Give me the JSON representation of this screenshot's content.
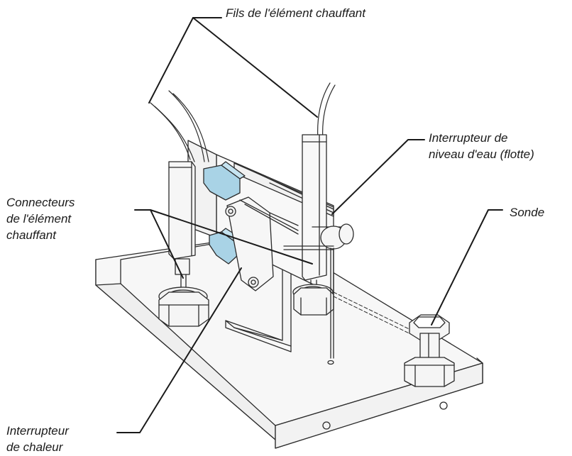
{
  "labels": {
    "heating_element_wires": [
      "Fils de l'élément chauffant"
    ],
    "water_level_switch": [
      "Interrupteur de",
      "niveau d'eau (flotte)"
    ],
    "probe": [
      "Sonde"
    ],
    "heating_element_connectors": [
      "Connecteurs",
      "de l'élément",
      "chauffant"
    ],
    "heat_switch": [
      "Interrupteur",
      "de chaleur"
    ]
  },
  "colors": {
    "line": "#2b2b2b",
    "accent_blue": "#a9d3e6",
    "metal": "#f4f4f4"
  }
}
